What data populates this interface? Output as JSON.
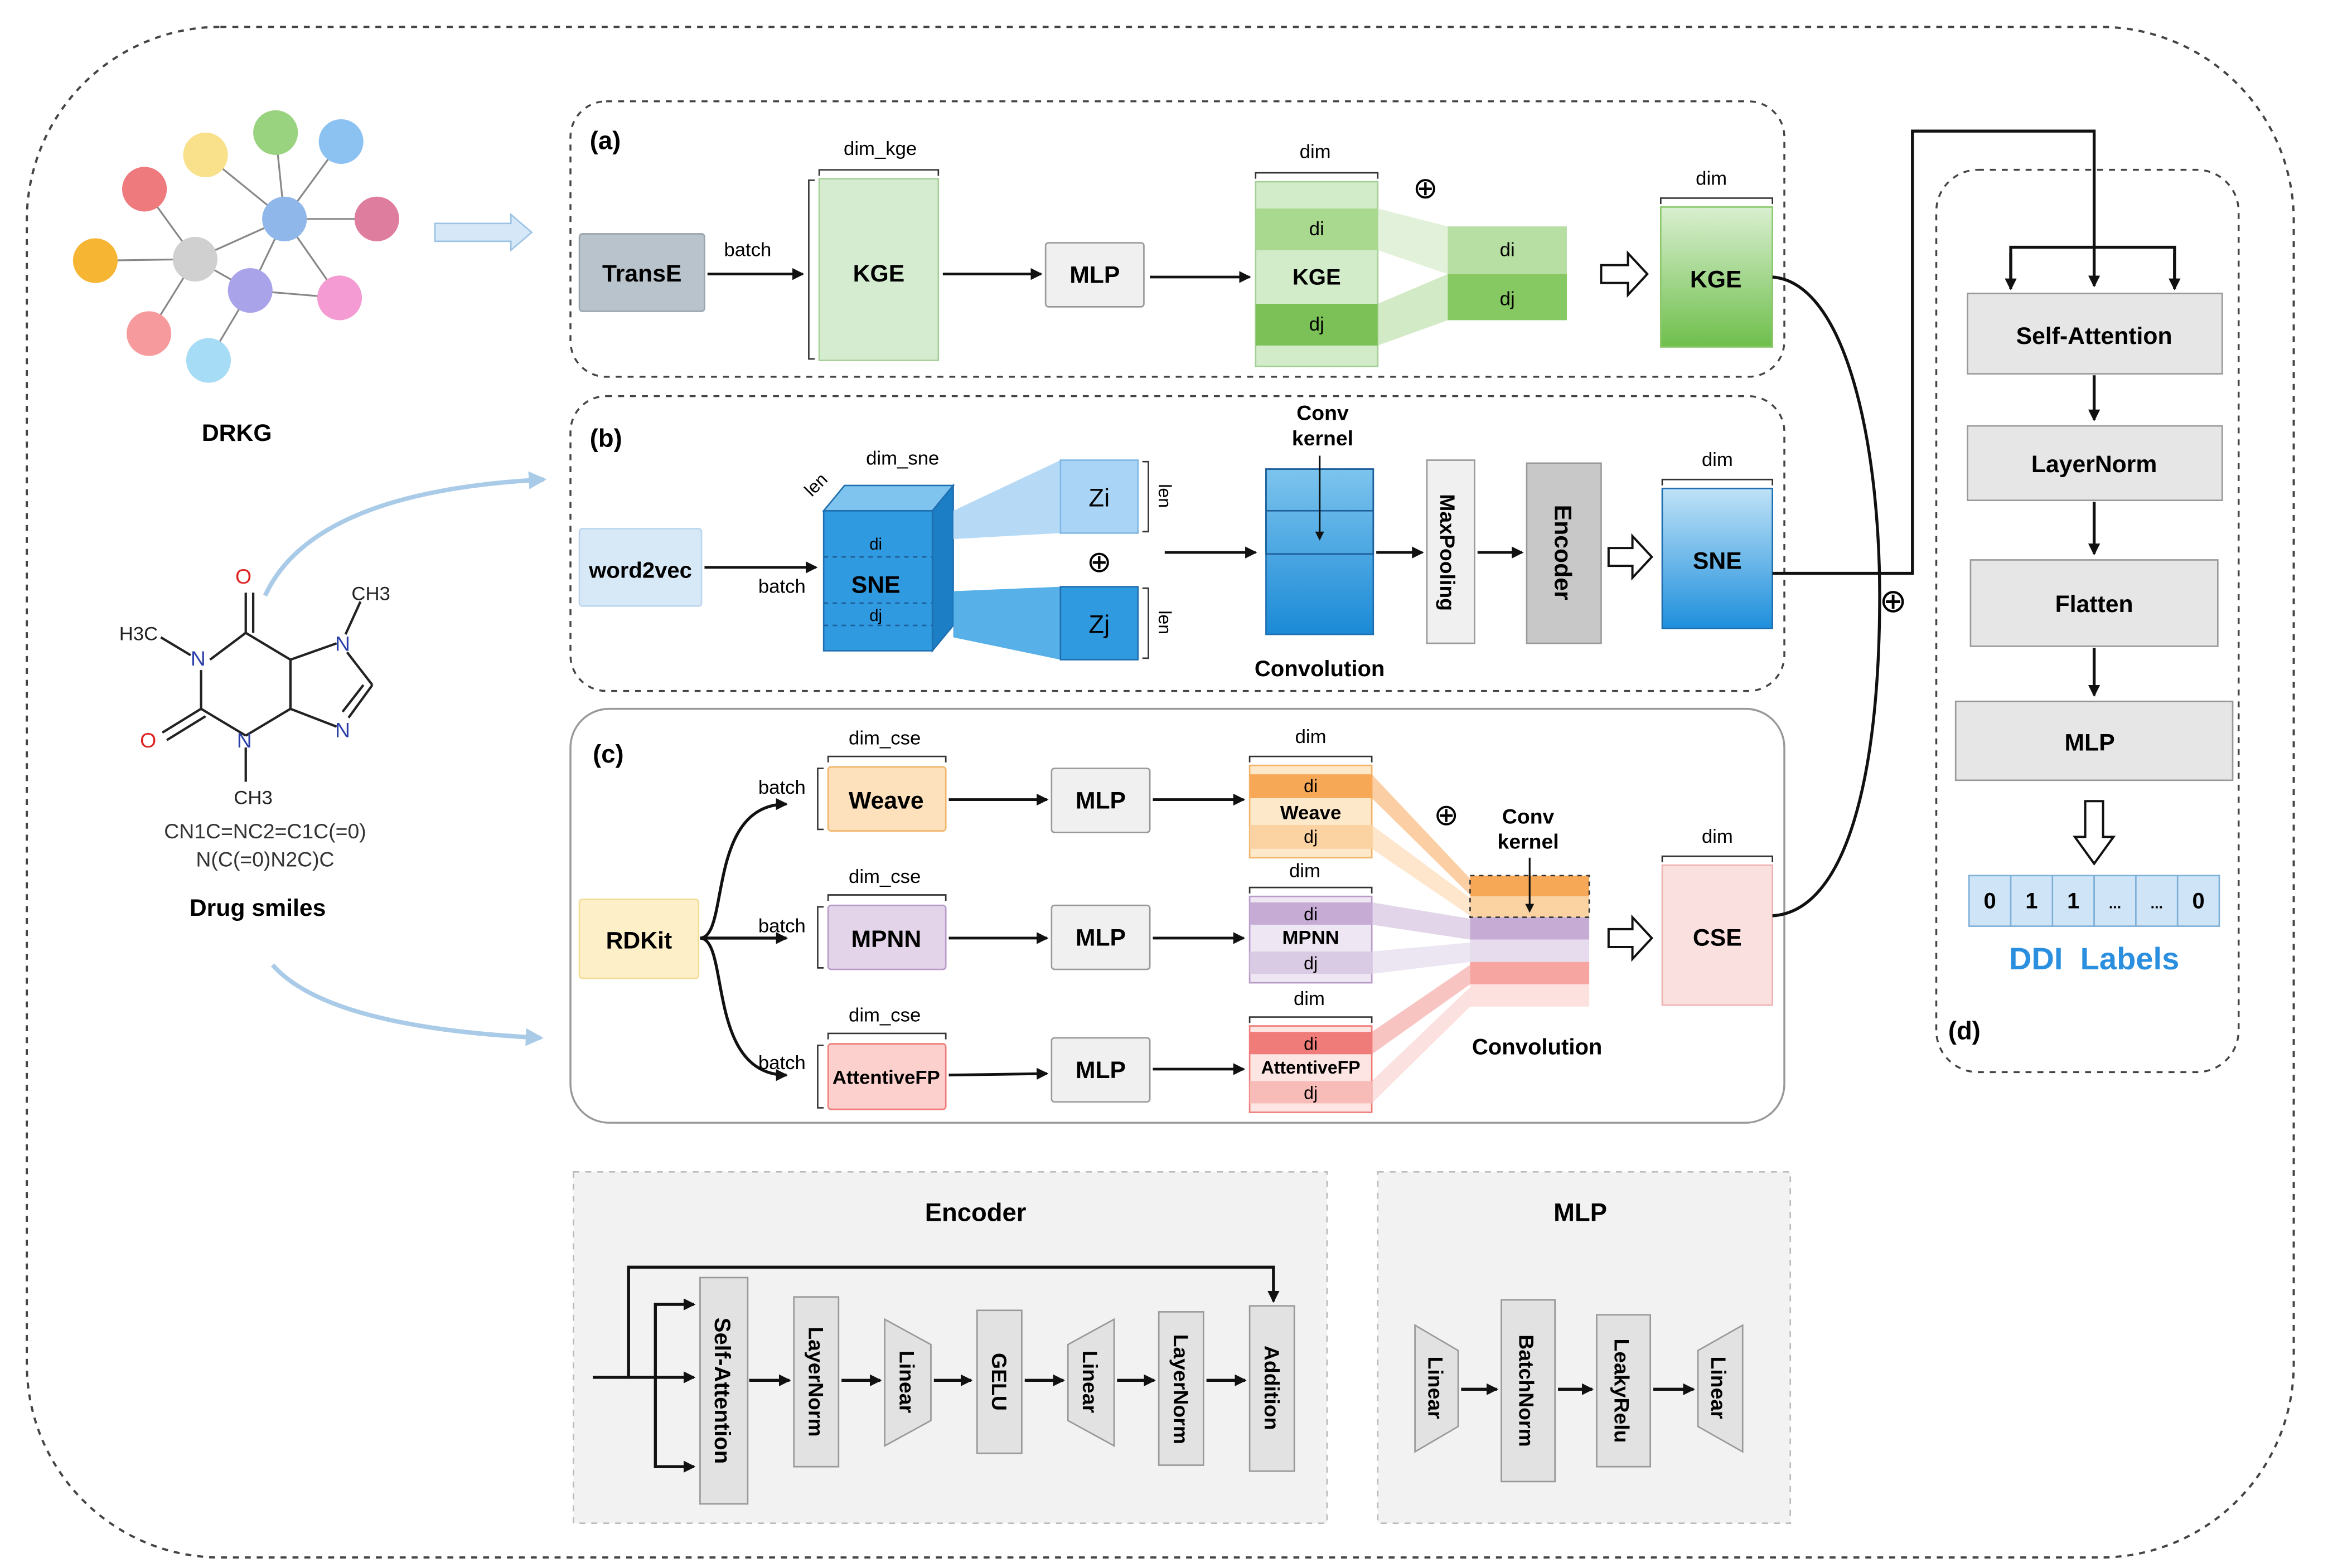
{
  "source": {
    "drkg_label": "DRKG",
    "drug_label": "Drug smiles",
    "smiles_line1": "CN1C=NC2=C1C(=0)",
    "smiles_line2": "N(C(=0)N2C)C",
    "atoms": {
      "o_top": "O",
      "o_left": "O",
      "ch3_top": "CH3",
      "h3c": "H3C",
      "ch3_bottom": "CH3",
      "n": "N"
    }
  },
  "panel_a": {
    "tag": "(a)",
    "transe": "TransE",
    "batch": "batch",
    "dim_kge": "dim_kge",
    "kge": "KGE",
    "mlp": "MLP",
    "dim": "dim",
    "di": "di",
    "dj": "dj",
    "oplus": "⊕"
  },
  "panel_b": {
    "tag": "(b)",
    "word2vec": "word2vec",
    "batch": "batch",
    "len": "len",
    "dim_sne": "dim_sne",
    "sne": "SNE",
    "di": "di",
    "dj": "dj",
    "zi": "Zi",
    "zj": "Zj",
    "conv_kernel_1": "Conv",
    "conv_kernel_2": "kernel",
    "convolution": "Convolution",
    "maxpooling": "MaxPooling",
    "encoder": "Encoder",
    "dim": "dim",
    "oplus": "⊕"
  },
  "panel_c": {
    "tag": "(c)",
    "rdkit": "RDKit",
    "batch": "batch",
    "dim_cse": "dim_cse",
    "weave": "Weave",
    "mpnn": "MPNN",
    "attentivefp": "AttentiveFP",
    "mlp": "MLP",
    "dim": "dim",
    "di": "di",
    "dj": "dj",
    "conv_kernel_1": "Conv",
    "conv_kernel_2": "kernel",
    "convolution": "Convolution",
    "cse": "CSE",
    "oplus": "⊕"
  },
  "panel_d": {
    "tag": "(d)",
    "self_attention": "Self-Attention",
    "layernorm": "LayerNorm",
    "flatten": "Flatten",
    "mlp": "MLP",
    "labels": [
      "0",
      "1",
      "1",
      "...",
      "...",
      "0"
    ],
    "ddi_labels": "DDI  Labels",
    "oplus": "⊕"
  },
  "encoder_detail": {
    "title": "Encoder",
    "blocks": [
      "Self-Attention",
      "LayerNorm",
      "Linear",
      "GELU",
      "Linear",
      "LayerNorm",
      "Addition"
    ]
  },
  "mlp_detail": {
    "title": "MLP",
    "blocks": [
      "Linear",
      "BatchNorm",
      "LeakyRelu",
      "Linear"
    ]
  },
  "colors": {
    "kge": "#c9e6bf",
    "kge_dark": "#8cc86e",
    "sne": "#2f9ae0",
    "sne_light": "#a9d4f5",
    "weave": "#fde1bd",
    "weave_dark": "#f7a857",
    "mpnn": "#e3d4ea",
    "mpnn_dark": "#b89ac8",
    "attentivefp": "#fbd0cd",
    "attentivefp_dark": "#ef7c78",
    "cse": "#fbe0e0",
    "gray_box": "#d9d9d9",
    "ddi_blue": "#2b8fe0",
    "label_cell": "#cfe5f7"
  }
}
